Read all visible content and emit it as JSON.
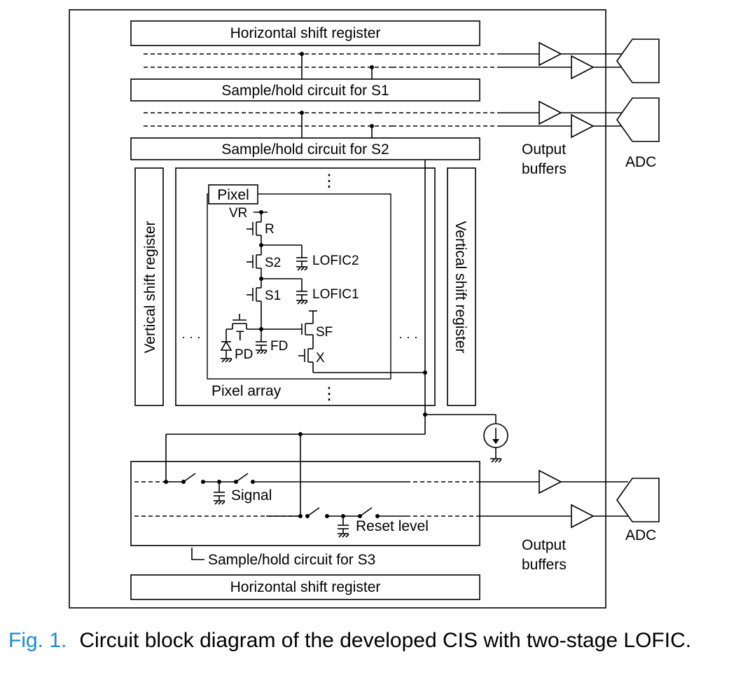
{
  "blocks": {
    "hsr_top": "Horizontal shift register",
    "sh_s1": "Sample/hold circuit for S1",
    "sh_s2": "Sample/hold circuit for S2",
    "vsr_left": "Vertical shift register",
    "vsr_right": "Vertical shift register",
    "pixel": "Pixel",
    "pixel_array": "Pixel array",
    "sh_s3": "Sample/hold circuit for S3",
    "hsr_bottom": "Horizontal shift register"
  },
  "pixel_circuit": {
    "vr": "VR",
    "r": "R",
    "s2": "S2",
    "lofic2": "LOFIC2",
    "s1": "S1",
    "lofic1": "LOFIC1",
    "sf": "SF",
    "t": "T",
    "pd": "PD",
    "fd": "FD",
    "x": "X"
  },
  "s3_circuit": {
    "signal": "Signal",
    "reset_level": "Reset level"
  },
  "outputs": {
    "buffers_top_1": "Output",
    "buffers_top_2": "buffers",
    "adc_top": "ADC",
    "buffers_bottom_1": "Output",
    "buffers_bottom_2": "buffers",
    "adc_bottom": "ADC"
  },
  "ellipsis": {
    "horizontal": "· · ·",
    "vertical": "⋮"
  },
  "caption": {
    "figure_number": "Fig. 1.",
    "text": "Circuit block diagram of the developed CIS with two-stage LOFIC."
  }
}
